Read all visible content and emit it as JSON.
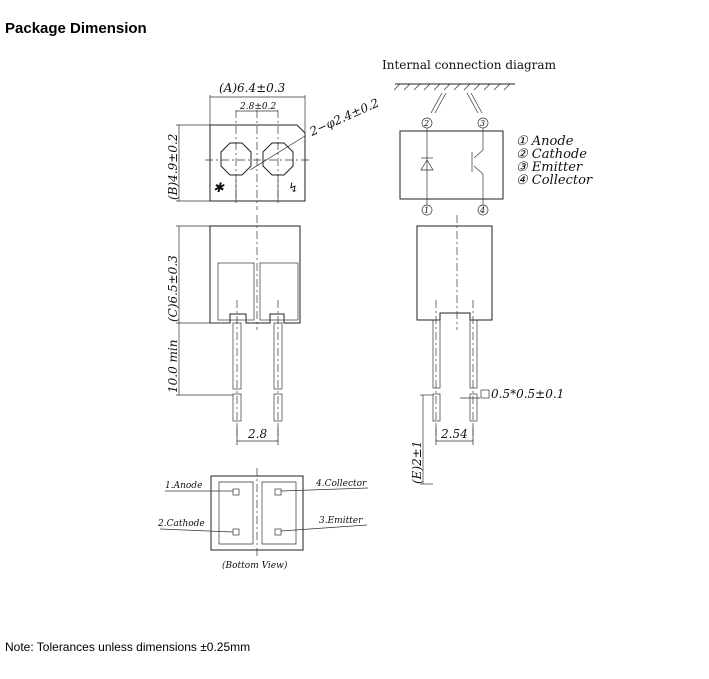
{
  "page": {
    "title": "Package Dimension",
    "note": "Note: Tolerances unless dimensions ±0.25mm"
  },
  "drawing": {
    "dim_a": "(A)6.4±0.3",
    "dim_pitch_top": "2.8±0.2",
    "dim_hole": "2−φ2.4±0.2",
    "dim_b": "(B)4.9±0.2",
    "dim_c": "(C)6.5±0.3",
    "dim_lead_min": "10.0 min",
    "dim_pitch_front": "2.8",
    "dim_lead_size": "0.5*0.5±0.1",
    "dim_side_pitch": "2.54",
    "dim_e": "(E)2±1",
    "internal_title": "Internal connection diagram",
    "circle_pins": [
      "②",
      "③",
      "①",
      "④"
    ],
    "pin_list": [
      "① Anode",
      "② Cathode",
      "③ Emitter",
      "④ Collector"
    ],
    "bottom_labels": {
      "anode": "1.Anode",
      "cathode": "2.Cathode",
      "collector": "4.Collector",
      "emitter": "3.Emitter",
      "caption": "(Bottom View)"
    }
  }
}
